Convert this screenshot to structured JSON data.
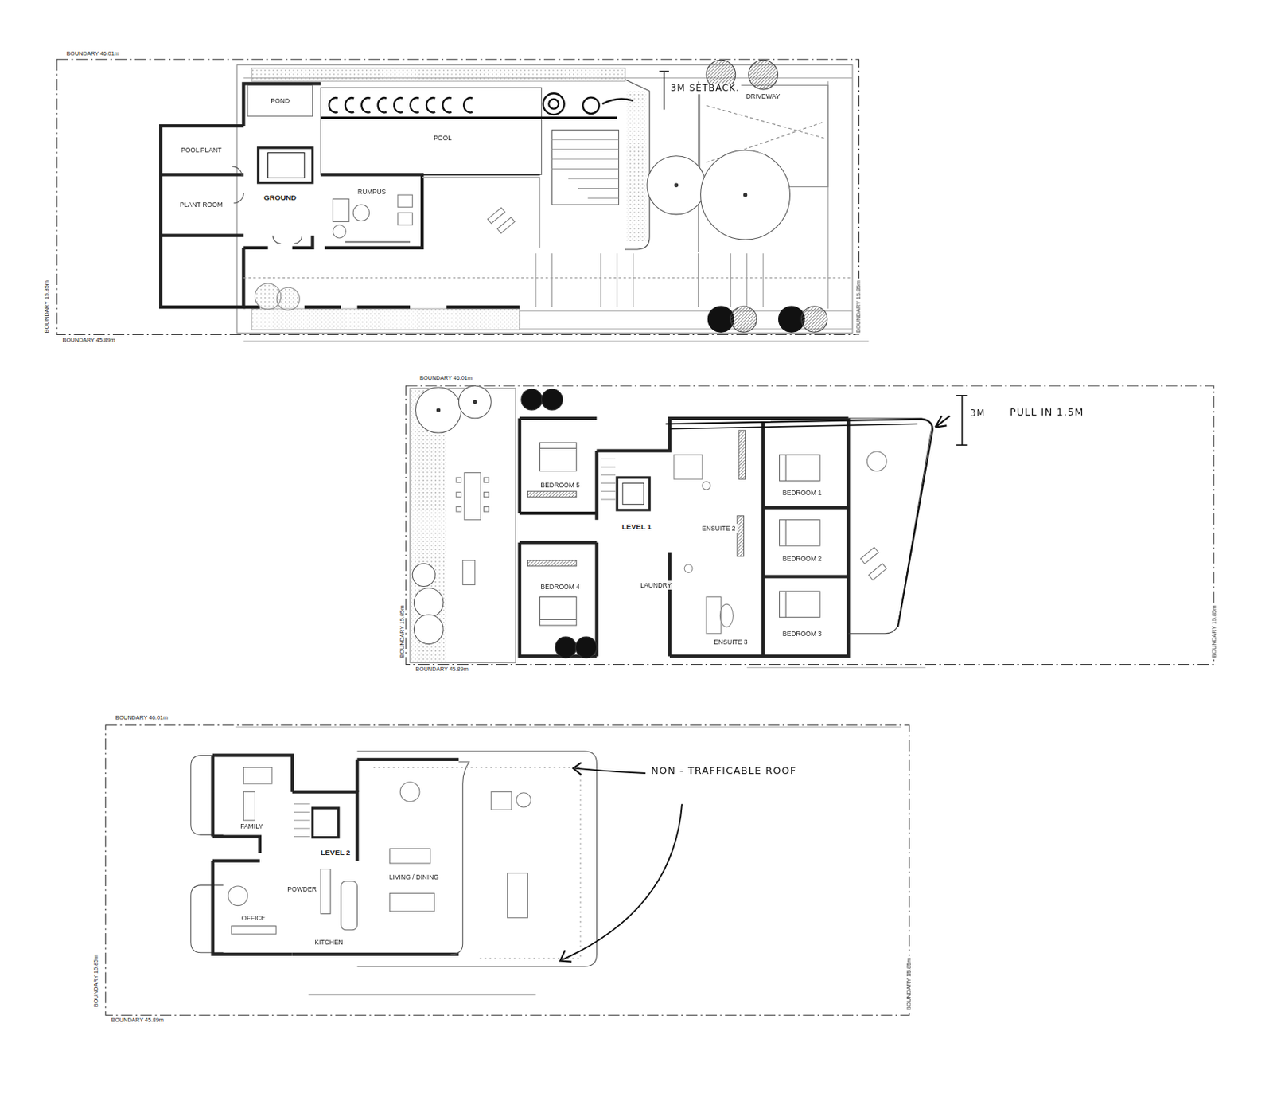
{
  "diagram": {
    "nodes": [
      {
        "text": [
          "POND"
        ]
      },
      {
        "text": [
          "POOL"
        ]
      },
      {
        "text": [
          "POOL PLANT"
        ]
      },
      {
        "text": [
          "PLANT ROOM"
        ]
      },
      {
        "text": [
          "RUMPUS"
        ]
      },
      {
        "text": [
          "DRIVEWAY"
        ]
      },
      {
        "text": [
          "BEDROOM 5"
        ]
      },
      {
        "text": [
          "BEDROOM 4"
        ]
      },
      {
        "text": [
          "BEDROOM 1"
        ]
      },
      {
        "text": [
          "BEDROOM 2"
        ]
      },
      {
        "text": [
          "BEDROOM 3"
        ]
      },
      {
        "text": [
          "LAUNDRY"
        ]
      },
      {
        "text": [
          "ENSUITE 2"
        ]
      },
      {
        "text": [
          "ENSUITE 3"
        ]
      },
      {
        "text": [
          "FAMILY"
        ]
      },
      {
        "text": [
          "OFFICE"
        ]
      },
      {
        "text": [
          "POWDER"
        ]
      },
      {
        "text": [
          "KITCHEN"
        ]
      },
      {
        "text": [
          "LIVING / DINING"
        ]
      }
    ],
    "labels": [
      "BOUNDARY 46.01m",
      "BOUNDARY 45.89m",
      "BOUNDARY 15.85m",
      "BOUNDARY 15.85m",
      "GROUND",
      "3M SETBACK.",
      "BOUNDARY 46.01m",
      "BOUNDARY 45.89m",
      "BOUNDARY 15.85m",
      "BOUNDARY 15.85m",
      "LEVEL 1",
      "3M",
      "PULL IN 1.5M",
      "BOUNDARY 46.01m",
      "BOUNDARY 45.89m",
      "BOUNDARY 15.85m",
      "BOUNDARY 15.85m",
      "LEVEL 2",
      "NON - TRAFFICABLE ROOF"
    ]
  }
}
